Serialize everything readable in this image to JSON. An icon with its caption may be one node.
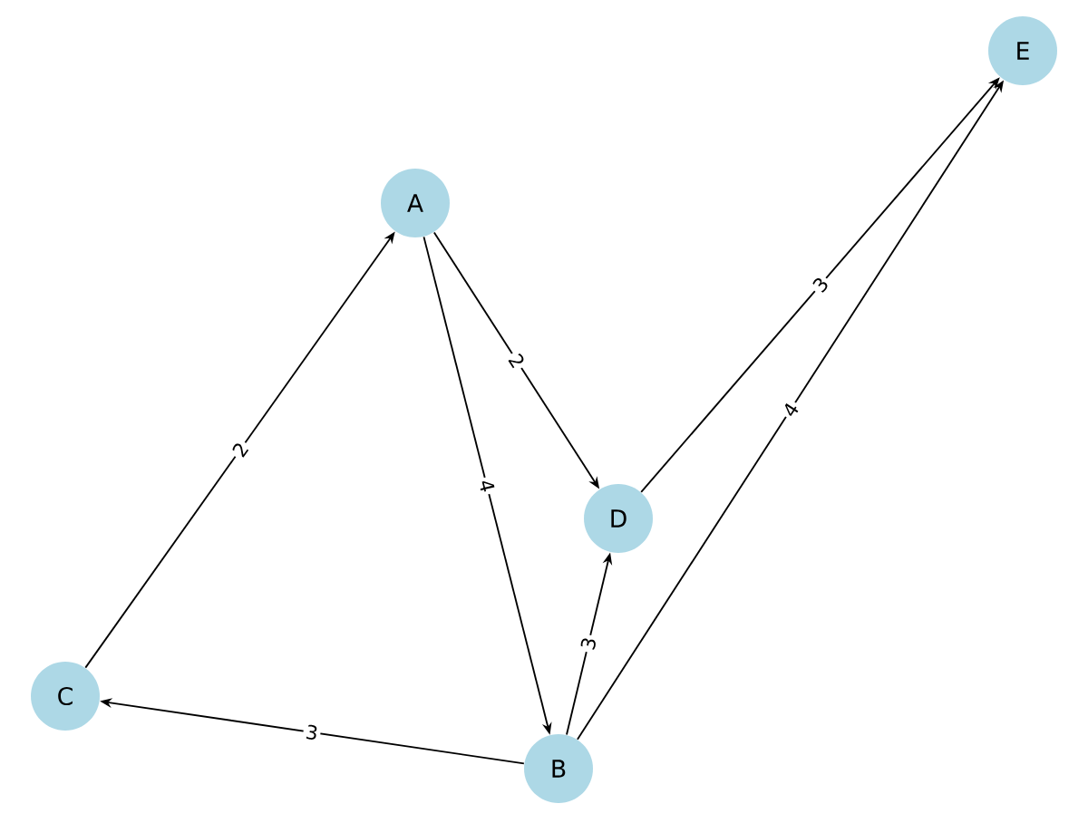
{
  "diagram": {
    "nodes": [
      {
        "text": [
          "A"
        ]
      },
      {
        "text": [
          "B"
        ]
      },
      {
        "text": [
          "C"
        ]
      },
      {
        "text": [
          "D"
        ]
      },
      {
        "text": [
          "E"
        ]
      }
    ],
    "edges": [
      {
        "from": 2,
        "to": 0,
        "arrow": "to",
        "label": "2"
      },
      {
        "from": 0,
        "to": 3,
        "arrow": "to",
        "label": "2"
      },
      {
        "from": 0,
        "to": 1,
        "arrow": "to",
        "label": "4"
      },
      {
        "from": 3,
        "to": 4,
        "arrow": "to",
        "label": "3"
      },
      {
        "from": 1,
        "to": 4,
        "arrow": "to",
        "label": "4"
      },
      {
        "from": 1,
        "to": 3,
        "arrow": "to",
        "label": "3"
      },
      {
        "from": 1,
        "to": 2,
        "arrow": "to",
        "label": "3"
      }
    ]
  }
}
